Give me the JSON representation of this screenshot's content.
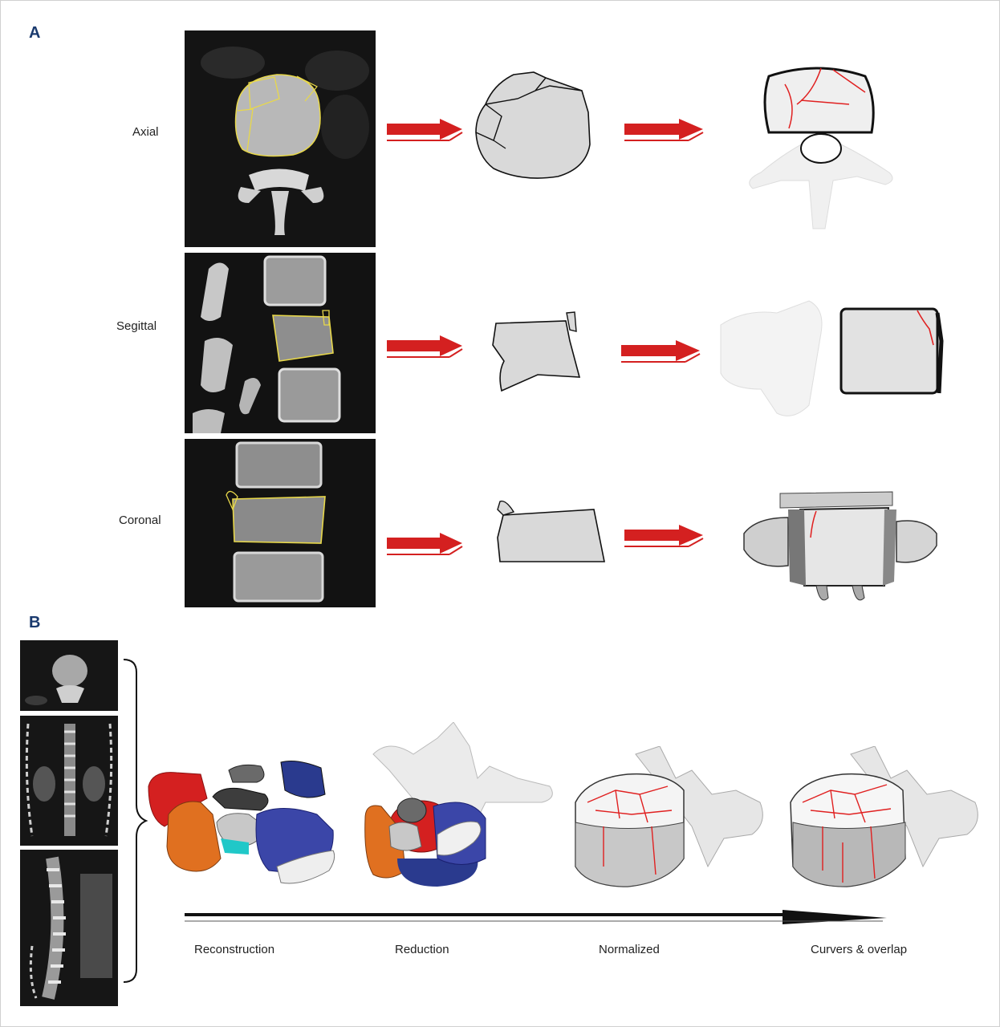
{
  "panel_a": {
    "label": "A",
    "rows": [
      {
        "label": "Axial"
      },
      {
        "label": "Segittal"
      },
      {
        "label": "Coronal"
      }
    ]
  },
  "panel_b": {
    "label": "B",
    "stages": [
      "Reconstruction",
      "Reduction",
      "Normalized",
      "Curvers & overlap"
    ]
  },
  "colors": {
    "arrow": "#d42020",
    "outline_yellow": "#e8d84a",
    "fracture_red": "#e02020",
    "panel_label": "#1a3a6e"
  },
  "icons": [
    "arrow-right-icon",
    "bracket-icon",
    "timeline-arrow-icon"
  ]
}
